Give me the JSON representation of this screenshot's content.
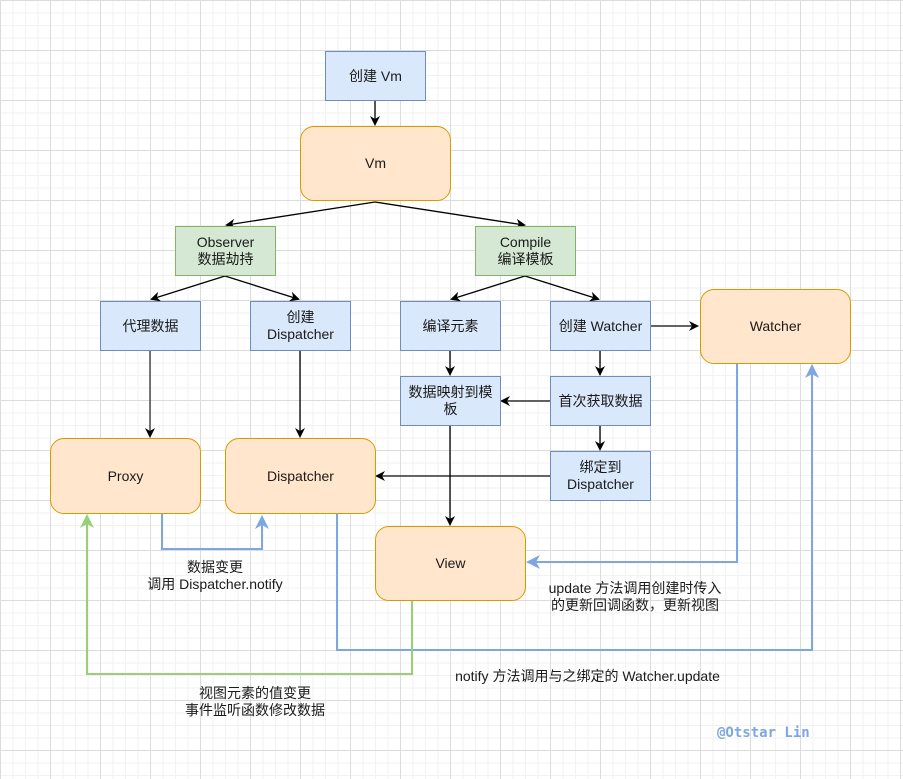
{
  "diagram": {
    "nodes": {
      "create_vm": "创建 Vm",
      "vm": "Vm",
      "observer": "Observer\n数据劫持",
      "compile": "Compile\n编译模板",
      "proxy_data": "代理数据",
      "create_dispatcher": "创建\nDispatcher",
      "compile_elements": "编译元素",
      "create_watcher": "创建 Watcher",
      "watcher": "Watcher",
      "map_data_to_template": "数据映射到模\n板",
      "first_fetch_data": "首次获取数据",
      "bind_to_dispatcher": "绑定到\nDispatcher",
      "proxy": "Proxy",
      "dispatcher": "Dispatcher",
      "view": "View"
    },
    "edge_labels": {
      "data_change": "数据变更\n调用 Dispatcher.notify",
      "update_callback": "update 方法调用创建时传入\n的更新回调函数，更新视图",
      "view_value_change": "视图元素的值变更\n事件监听函数修改数据",
      "notify_watchers": "notify 方法调用与之绑定的 Watcher.update"
    },
    "signature": "@Otstar Lin",
    "colors": {
      "blue_fill": "#dae8fc",
      "blue_stroke": "#6c8ebf",
      "green_fill": "#d5e8d4",
      "green_stroke": "#82b366",
      "orange_fill": "#ffe6cc",
      "orange_stroke": "#d79b00",
      "blue_edge": "#7ea6e0",
      "green_edge": "#97d077",
      "black_edge": "#000000"
    }
  }
}
